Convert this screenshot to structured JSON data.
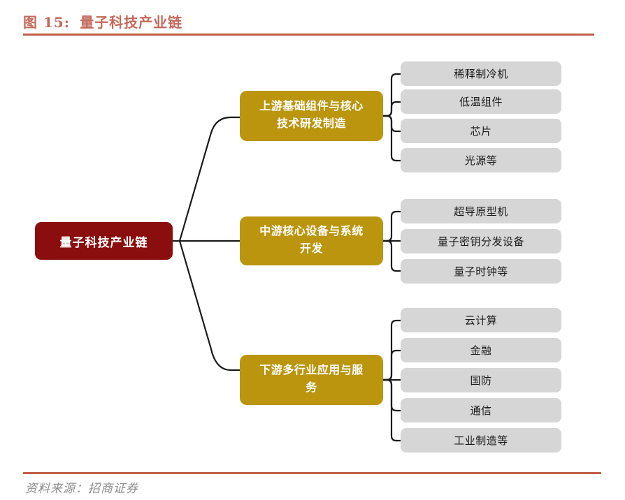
{
  "figure": {
    "label": "图 15:",
    "title": "量子科技产业链"
  },
  "root": {
    "label": "量子科技产业链"
  },
  "groups": [
    {
      "label_lines": {
        "line1": "上游基础组件与核心",
        "line2": "技术研发制造"
      },
      "leaves": [
        "稀释制冷机",
        "低温组件",
        "芯片",
        "光源等"
      ]
    },
    {
      "label_lines": {
        "line1": "中游核心设备与系统",
        "line2": "开发"
      },
      "leaves": [
        "超导原型机",
        "量子密钥分发设备",
        "量子时钟等"
      ]
    },
    {
      "label_lines": {
        "line1": "下游多行业应用与服",
        "line2": "务"
      },
      "leaves": [
        "云计算",
        "金融",
        "国防",
        "通信",
        "工业制造等"
      ]
    }
  ],
  "source": {
    "text": "资料来源：招商证券"
  },
  "colors": {
    "root_box": "#8B0E0E",
    "stage_box": "#BA950D",
    "leaf_box": "#D6D6D6",
    "accent_rule": "#C05F49",
    "title_text": "#C4695A",
    "connector": "#1A1A1A"
  }
}
